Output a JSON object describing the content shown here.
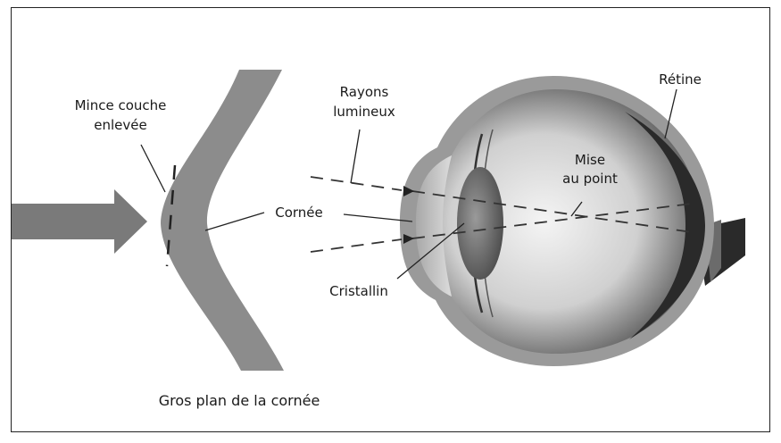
{
  "labels": {
    "thin_layer_line1": "Mince couche",
    "thin_layer_line2": "enlevée",
    "light_rays_line1": "Rayons",
    "light_rays_line2": "lumineux",
    "retina": "Rétine",
    "focus_line1": "Mise",
    "focus_line2": "au point",
    "cornea": "Cornée",
    "lens": "Cristallin",
    "caption": "Gros plan de la cornée"
  },
  "icons": {
    "arrow": "arrow-right-icon",
    "cornea_closeup": "cornea-closeup-shape",
    "eyeball": "eyeball-cross-section"
  }
}
